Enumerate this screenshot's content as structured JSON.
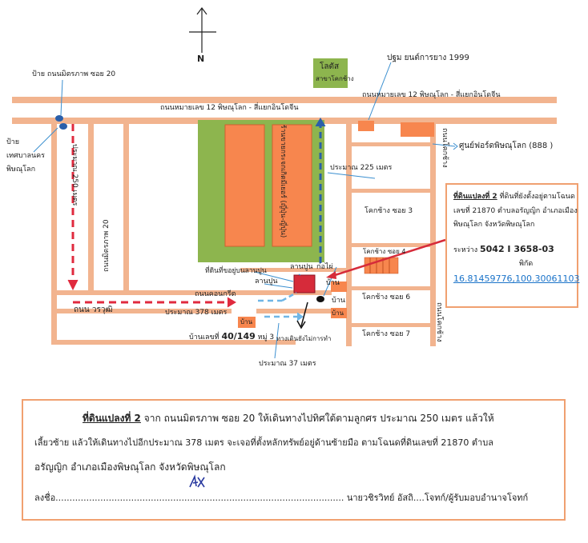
{
  "compass": {
    "north": "N"
  },
  "labels": {
    "sign_soi20": "ป้าย  ถนนมิตรภาพ  ซอย  20",
    "sign_municipal_1": "ป้าย",
    "sign_municipal_2": "เทศบาลนคร",
    "sign_municipal_3": "พิษณุโลก",
    "lotus_1": "โลตัส",
    "lotus_2": "สาขาโคกช้าง",
    "prathom": "ปฐม ยนต์การยาง  1999",
    "highway_left": "ถนนหมายเลข  12  พิษณุโลก  -  สี่แยกอินโดจีน",
    "highway_right": "ถนนหมายเลข  12  พิษณุโลก  -  สี่แยกอินโดจีน",
    "road_kokchang": "ถนนโคกช้าง",
    "ford_center": "ศูนย์ฟอร์ดพิษณุโลก (888 )",
    "approx_250": "ประมาณ  250  เมตร",
    "mittraphap20": "ถนนมิตรภาพ 20",
    "approx_225": "ประมาณ  225  เมตร",
    "soi3": "โคกช้าง  ซอย  3",
    "soi4": "โคกช้าง  ซอย  4",
    "soi6": "โคกช้าง  ซอย  6",
    "soi7": "โคกช้าง  ซอย  7",
    "road_kokchang2": "ถนนโคกช้าง",
    "shop_vertical": "ร้านขายกระจกเกิดมีเยอร์  (ญี่ปุ่น-ญี่ปุ่น)",
    "parcel_land": "ที่ดินที่ขอยู่บนลานปูน",
    "lanpun_1": "ลานปูน",
    "lanpun_2": "ลานปูน",
    "brick_wall": "ก่อไผ่",
    "house_1": "บ้าน",
    "house_2": "บ้าน",
    "house_3": "บ้าน",
    "house_4": "บ้าน",
    "road_concrete": "ถนนคอนกรีต",
    "road_worarut": "ถนน วรวุฒิ",
    "approx_378": "ประมาณ  378  เมตร",
    "house_no_prefix": "บ้านเลขที่",
    "house_no": "40/149",
    "moo": "หมู่  3",
    "walkway": "ทางเดินยังไม่การทำ",
    "approx_37": "ประมาณ  37  เมตร"
  },
  "infobox": {
    "title": "ที่ดินแปลงที่ 2",
    "line1_rest": "ที่ดินที่ยังตั้งอยู่ตามโฉนด",
    "line2": "เลขที่  21870  ตำบลอรัญญิก  อำเภอเมือง",
    "line3": "พิษณุโลก  จังหวัดพิษณุโลก",
    "utm_label": "ระหว่าง",
    "utm_value": "5042 I 3658-03",
    "coord_label": "พิกัด",
    "coords": "16.81459776,100.30061103"
  },
  "note": {
    "title": "ที่ดินแปลงที่ 2",
    "line1": "จาก ถนนมิตรภาพ  ซอย  20  ให้เดินทางไปทิศใต้ตามลูกศร ประมาณ  250  เมตร แล้วให้",
    "line2": "เลี้ยวซ้าย  แล้วให้เดินทางไปอีกประมาณ  378  เมตร  จะเจอที่ตั้งหลักทรัพย์อยู่ด้านซ้ายมือ ตามโฉนดที่ดินเลขที่  21870  ตำบล",
    "line3": "อรัญญิก  อำเภอเมืองพิษณุโลก  จังหวัดพิษณุโลก",
    "sign_label": "ลงชื่อ.......................................................................................................",
    "signer": "นายวชิรวิทย์  อัสถิ....โจทก์/ผู้รับมอบอำนาจโจทก์"
  },
  "colors": {
    "road": "#f2b48f",
    "orange_block": "#f7864e",
    "green_block": "#8db54e",
    "red_marker": "#d62b3a",
    "blue": "#2a6fd0",
    "red_dash": "#e02a3e",
    "box_border": "#f0a070"
  }
}
